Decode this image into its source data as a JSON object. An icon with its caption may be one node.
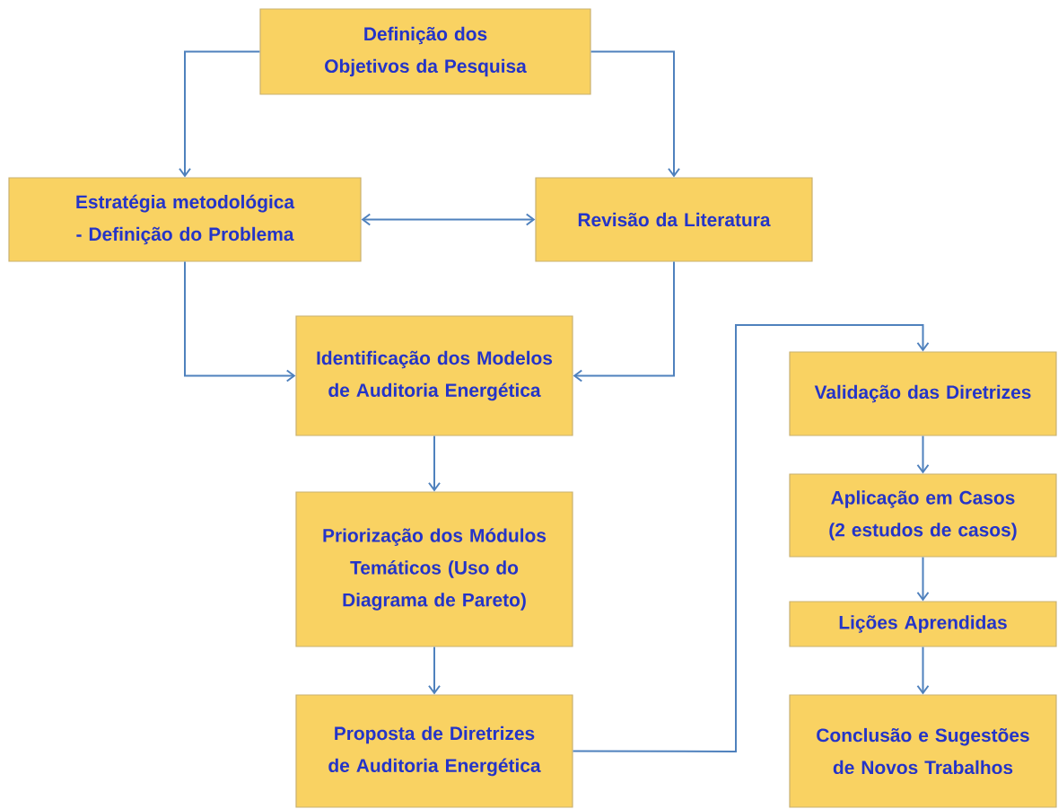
{
  "diagram": {
    "nodes": [
      {
        "text": [
          "Definição dos Objetivos da Pesquisa"
        ]
      },
      {
        "text": [
          "Estratégia metodológica - Definição do Problema"
        ]
      },
      {
        "text": [
          "Revisão da Literatura"
        ]
      },
      {
        "text": [
          "Identificação dos Modelos de Auditoria Energética"
        ]
      },
      {
        "text": [
          "Priorização dos Módulos Temáticos (Uso do Diagrama de Pareto)"
        ]
      },
      {
        "text": [
          "Proposta de Diretrizes de Auditoria Energética"
        ]
      },
      {
        "text": [
          "Validação das Diretrizes"
        ]
      },
      {
        "text": [
          "Aplicação em Casos (2 estudos de casos)"
        ]
      },
      {
        "text": [
          "Lições Aprendidas"
        ]
      },
      {
        "text": [
          "Conclusão e Sugestões de Novos Trabalhos"
        ]
      }
    ],
    "edges": [
      {
        "from": 0,
        "to": 1,
        "arrow": "to"
      },
      {
        "from": 0,
        "to": 2,
        "arrow": "to"
      },
      {
        "from": 1,
        "to": 2,
        "arrow": "both"
      },
      {
        "from": 1,
        "to": 3,
        "arrow": "to"
      },
      {
        "from": 2,
        "to": 3,
        "arrow": "to"
      },
      {
        "from": 3,
        "to": 4,
        "arrow": "to"
      },
      {
        "from": 4,
        "to": 5,
        "arrow": "to"
      },
      {
        "from": 5,
        "to": 6,
        "arrow": "to"
      },
      {
        "from": 6,
        "to": 7,
        "arrow": "to"
      },
      {
        "from": 7,
        "to": 8,
        "arrow": "to"
      },
      {
        "from": 8,
        "to": 9,
        "arrow": "to"
      }
    ]
  }
}
